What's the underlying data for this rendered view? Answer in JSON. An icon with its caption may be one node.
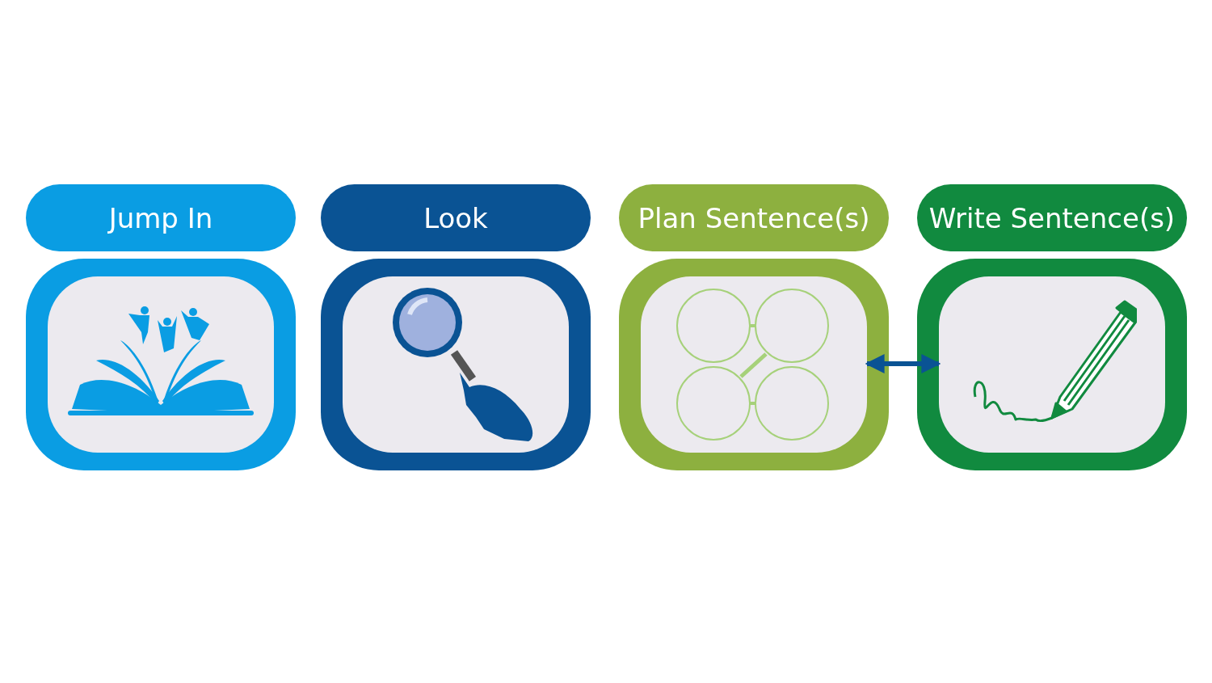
{
  "diagram": {
    "nodes": [
      {
        "text": [
          "Jump In"
        ]
      },
      {
        "text": [
          "Look"
        ]
      },
      {
        "text": [
          "Plan Sentence(s)"
        ]
      },
      {
        "text": [
          "Write Sentence(s)"
        ]
      },
      {
        "text": [],
        "shape": "box"
      },
      {
        "text": [],
        "shape": "box"
      },
      {
        "text": [],
        "shape": "box"
      },
      {
        "text": [],
        "shape": "box"
      },
      {
        "text": [],
        "shape": "picture",
        "in": 4
      },
      {
        "text": [],
        "shape": "picture",
        "in": 5
      },
      {
        "text": [],
        "shape": "picture",
        "in": 6
      },
      {
        "text": [],
        "shape": "picture",
        "in": 7
      }
    ],
    "edges": [
      {
        "from": 10,
        "to": 11,
        "arrow": "both"
      }
    ]
  }
}
